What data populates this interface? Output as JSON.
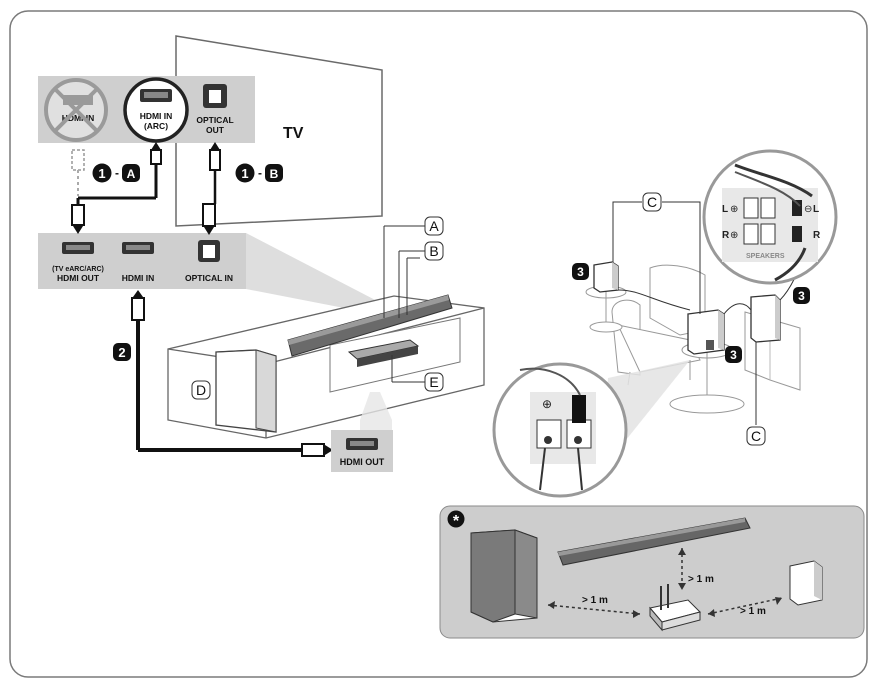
{
  "tv": {
    "title": "TV",
    "ports": {
      "hdmi_in_crossed": "HDMI IN",
      "hdmi_in_arc_line1": "HDMI IN",
      "hdmi_in_arc_line2": "(ARC)",
      "optical_out_line1": "OPTICAL",
      "optical_out_line2": "OUT"
    }
  },
  "soundbar_ports": {
    "hdmi_out_line1": "(TV eARC/ARC)",
    "hdmi_out_line2": "HDMI OUT",
    "hdmi_in": "HDMI IN",
    "optical_in": "OPTICAL IN"
  },
  "source_device": {
    "hdmi_out": "HDMI OUT"
  },
  "step_badges": {
    "one": "1",
    "a": "A",
    "b": "B",
    "two": "2",
    "three": "3",
    "dash": "-"
  },
  "callouts": {
    "A": "A",
    "B": "B",
    "C": "C",
    "D": "D",
    "E": "E"
  },
  "speaker_terminal": {
    "left": "L",
    "right": "R",
    "section_label": "SPEAKERS",
    "plus": "⊕",
    "minus": "⊖"
  },
  "placement_note": {
    "star": "*",
    "distance": "> 1 m"
  },
  "colors": {
    "panel_gray": "#c9c9c9",
    "cable": "#111111",
    "badge": "#111111",
    "frame": "#777777"
  }
}
